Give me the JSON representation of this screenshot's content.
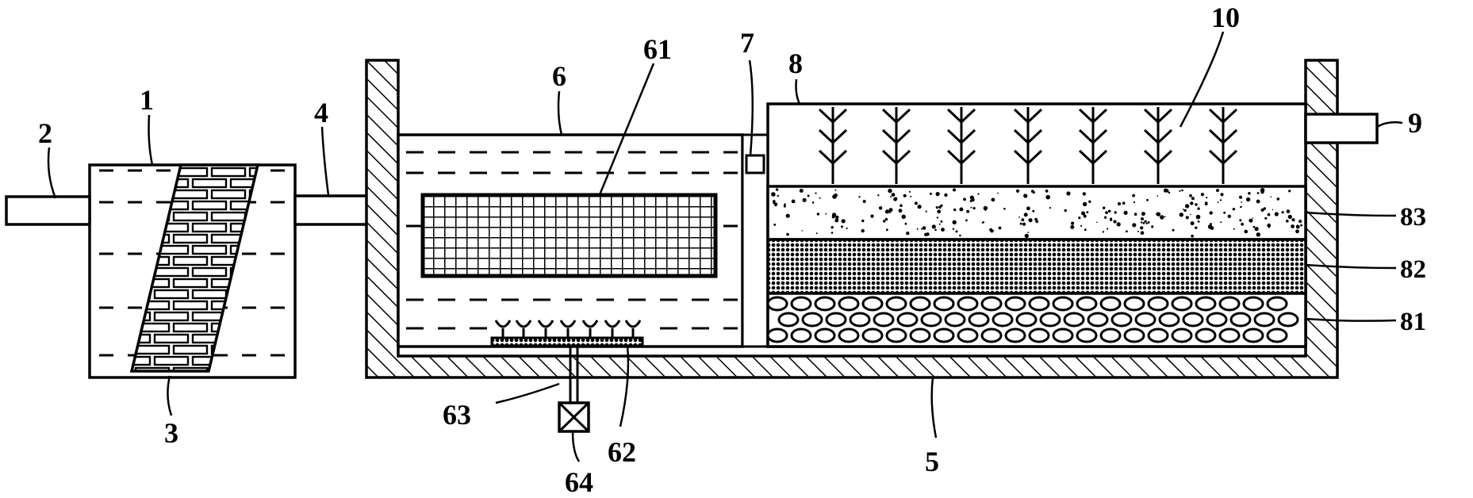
{
  "labels": {
    "l1": "1",
    "l2": "2",
    "l3": "3",
    "l4": "4",
    "l5": "5",
    "l6": "6",
    "l61": "61",
    "l62": "62",
    "l63": "63",
    "l64": "64",
    "l7": "7",
    "l8": "8",
    "l9": "9",
    "l10": "10",
    "l81": "81",
    "l82": "82",
    "l83": "83"
  },
  "colors": {
    "stroke": "#000000",
    "background": "#ffffff"
  }
}
